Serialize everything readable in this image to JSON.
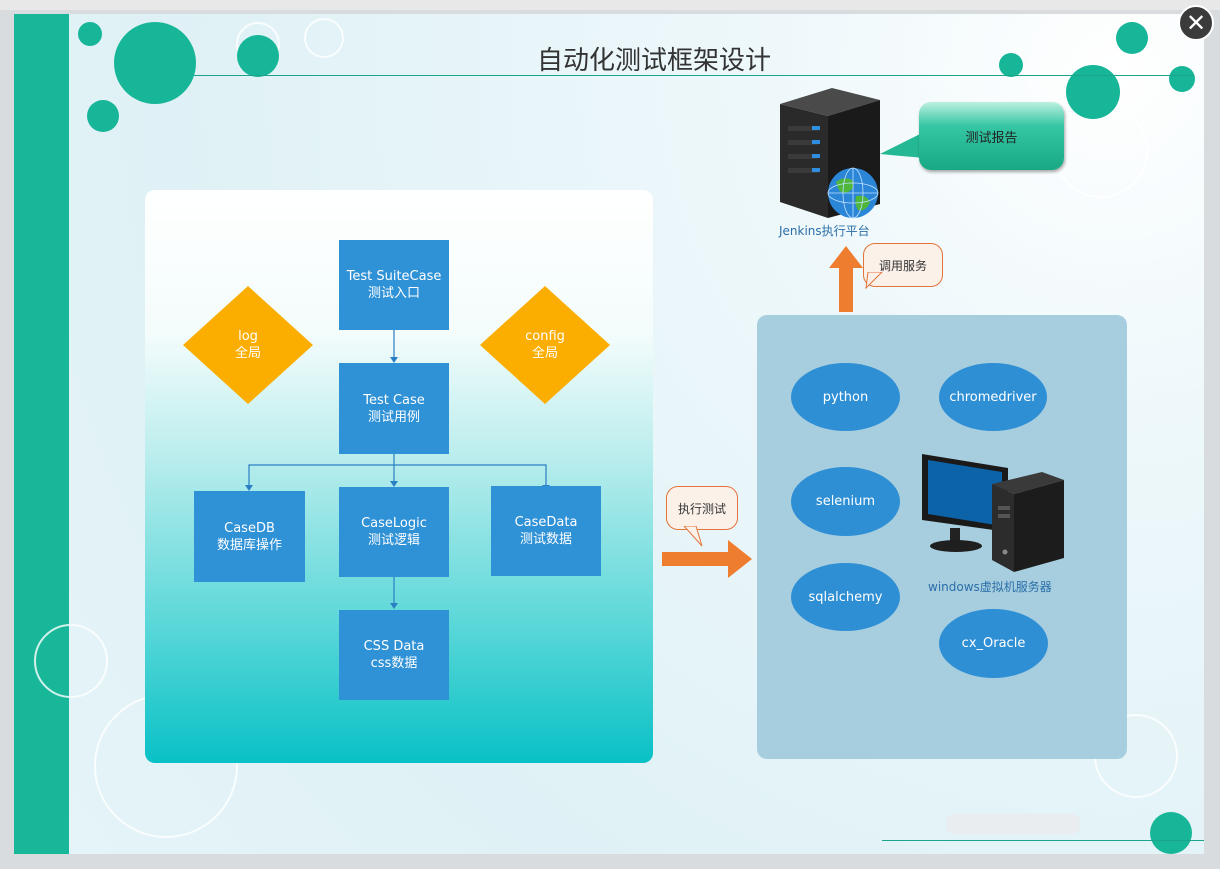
{
  "title": "自动化测试框架设计",
  "close_button": {
    "symbol": "✕"
  },
  "framework": {
    "entry": {
      "line1": "Test SuiteCase",
      "line2": "测试入口"
    },
    "case": {
      "line1": "Test Case",
      "line2": "测试用例"
    },
    "db": {
      "line1": "CaseDB",
      "line2": "数据库操作"
    },
    "logic": {
      "line1": "CaseLogic",
      "line2": "测试逻辑"
    },
    "data": {
      "line1": "CaseData",
      "line2": "测试数据"
    },
    "css": {
      "line1": "CSS Data",
      "line2": "css数据"
    },
    "log": {
      "line1": "log",
      "line2": "全局"
    },
    "config": {
      "line1": "config",
      "line2": "全局"
    }
  },
  "arrows": {
    "execute_label": "执行测试",
    "invoke_label": "调用服务"
  },
  "jenkins": {
    "caption": "Jenkins执行平台",
    "report_label": "测试报告",
    "server_icon": "server-icon",
    "globe_icon": "globe-icon"
  },
  "vm": {
    "caption": "windows虚拟机服务器",
    "computer_icon": "desktop-computer-icon",
    "tools": [
      "python",
      "chromedriver",
      "selenium",
      "sqlalchemy",
      "cx_Oracle"
    ]
  },
  "colors": {
    "accent": "#19b79a",
    "box": "#2f91d6",
    "diamond": "#fbad00",
    "arrow": "#ef7d2f",
    "vm_panel": "#a7cedf"
  }
}
